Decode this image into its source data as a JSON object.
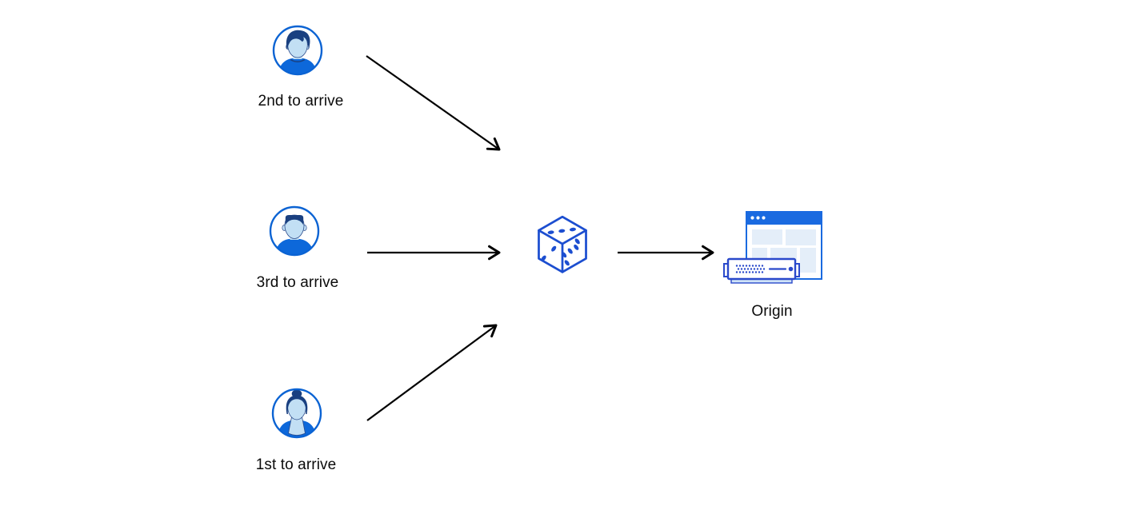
{
  "diagram": {
    "users": [
      {
        "label": "2nd to arrive",
        "icon": "man-swept-hair-avatar-icon"
      },
      {
        "label": "3rd to arrive",
        "icon": "man-flattop-avatar-icon"
      },
      {
        "label": "1st to arrive",
        "icon": "woman-bun-avatar-icon"
      }
    ],
    "randomizer": {
      "icon": "dice-icon"
    },
    "origin": {
      "label": "Origin",
      "icon": "origin-server-browser-icon"
    },
    "edges": [
      {
        "from": "user-2nd-to-arrive",
        "to": "dice"
      },
      {
        "from": "user-3rd-to-arrive",
        "to": "dice"
      },
      {
        "from": "user-1st-to-arrive",
        "to": "dice"
      },
      {
        "from": "dice",
        "to": "origin"
      }
    ]
  },
  "colors": {
    "background": "#ffffff",
    "arrow": "#000000",
    "label_text": "#0b0b0b",
    "avatar_ring": "#0b63d3",
    "avatar_hair": "#1a4080",
    "avatar_skin": "#c2dff4",
    "avatar_shirt": "#0d68da",
    "dice_blue": "#1c4ed0",
    "browser_blue": "#1a6ae0",
    "browser_panel": "#e4eef9",
    "server_blue": "#2a49cb",
    "server_base": "#cfe3f7"
  }
}
